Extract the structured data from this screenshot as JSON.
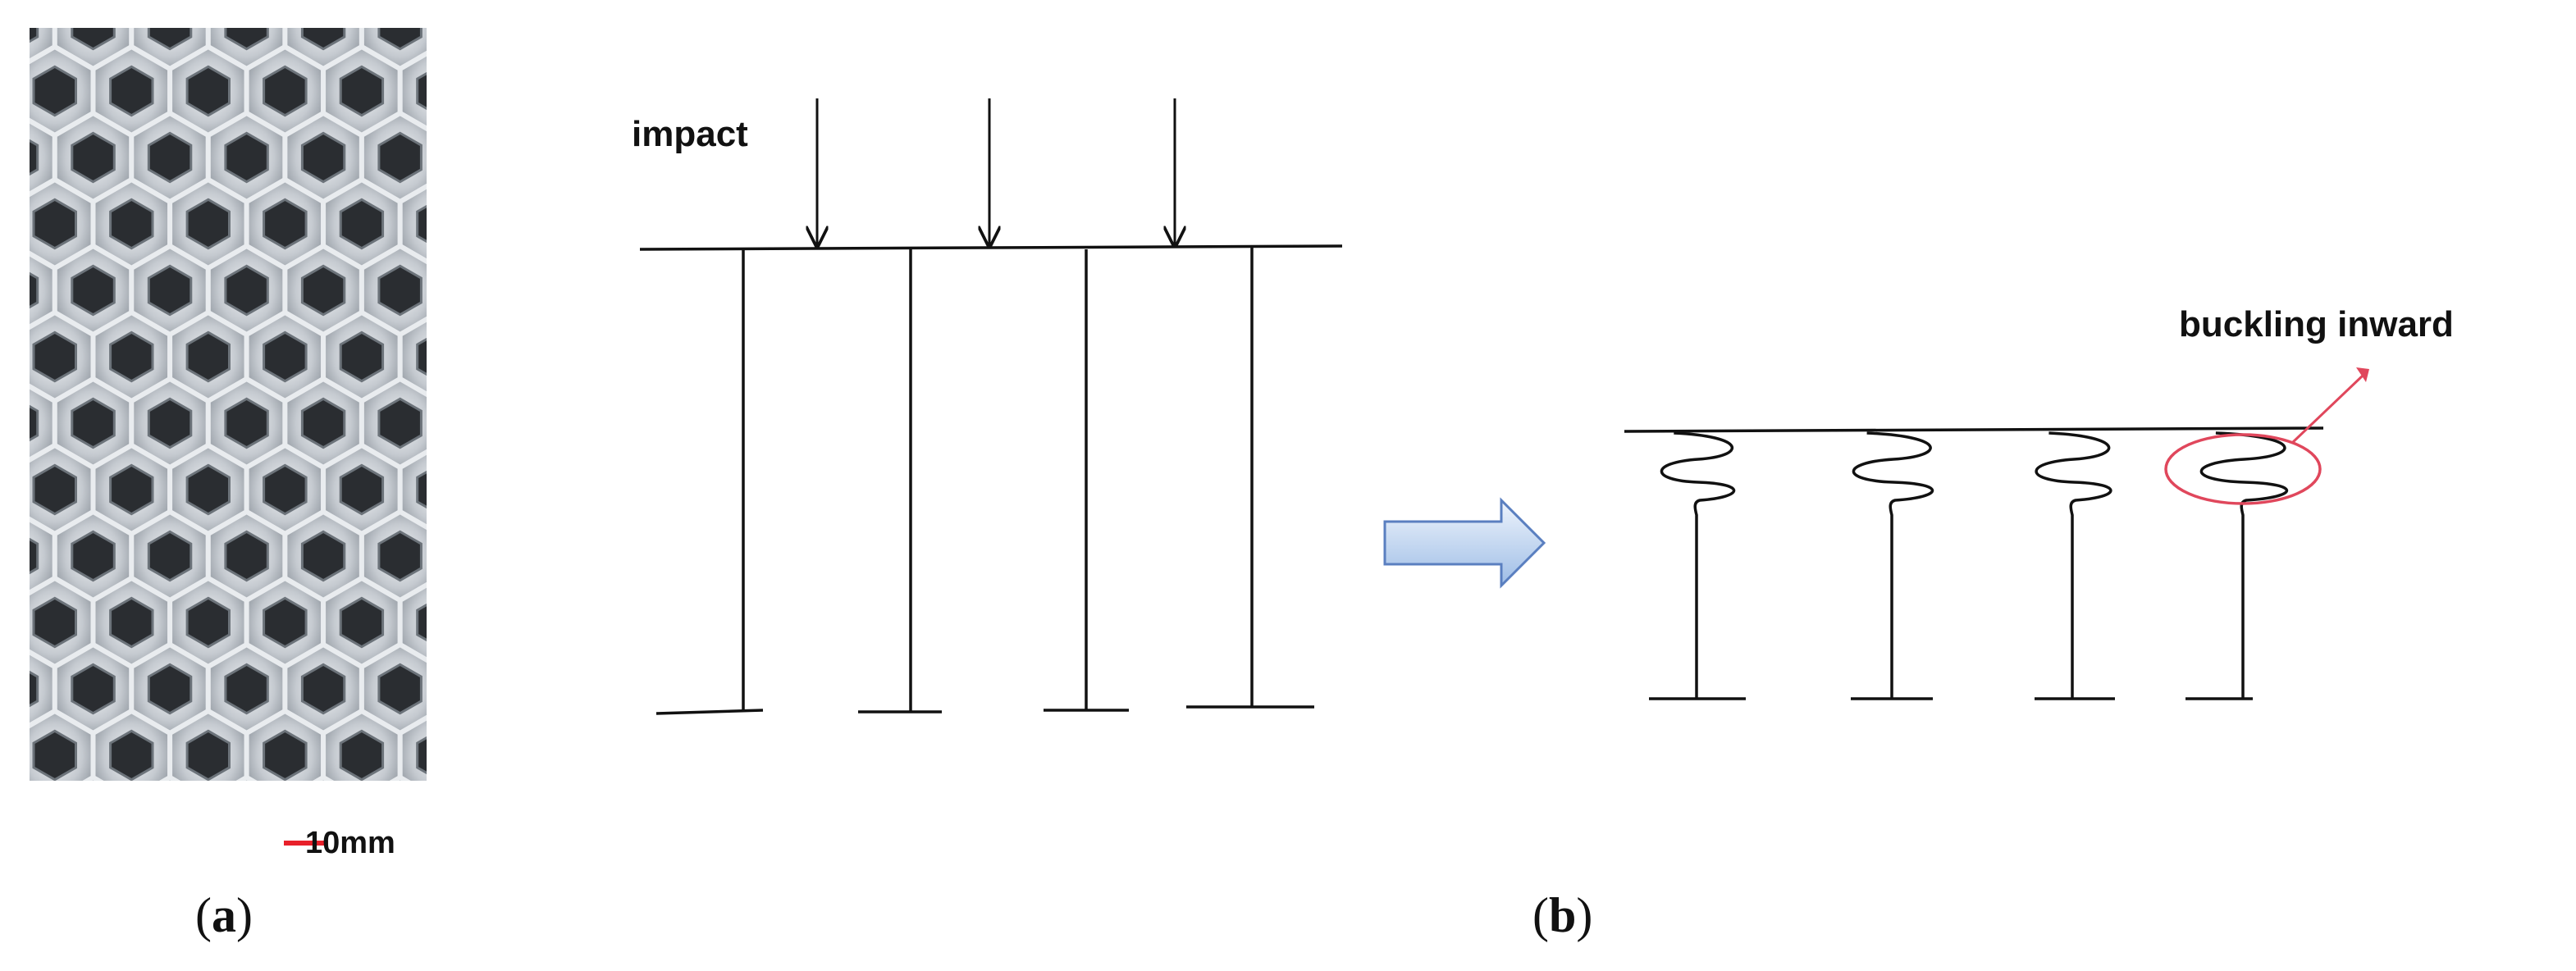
{
  "panel_a": {
    "scale_bar_label": "10mm",
    "caption": "(a)",
    "caption_bold_letter": "a"
  },
  "panel_b": {
    "impact_label": "impact",
    "annotation_label": "buckling inward",
    "caption": "(b)",
    "caption_bold_letter": "b"
  },
  "colors": {
    "line": "#111111",
    "annotation": "#e0475c",
    "scale_bar": "#e8202a",
    "arrow_fill_top": "#eef4fc",
    "arrow_fill_bottom": "#9ebde6",
    "arrow_stroke": "#5a7fc0",
    "photo_bg": "#b28d5e"
  }
}
